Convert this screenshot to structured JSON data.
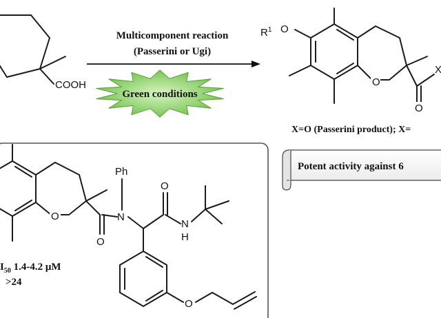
{
  "reaction": {
    "title_line1": "Multicomponent reaction",
    "title_line2": "(Passerini or Ugi)",
    "conditions": "Green conditions"
  },
  "starting_material": {
    "acid_label": "COOH"
  },
  "product": {
    "r1_prefix": "R",
    "r1_sup": "1",
    "o_label": "O",
    "x_label": "X",
    "caption": "X=O (Passerini product); X="
  },
  "activity_banner": {
    "text": "Potent activity against 6",
    "color": "#1a1aff"
  },
  "example_compound": {
    "ph_label": "Ph",
    "n_label": "N",
    "nh_n": "N",
    "nh_h": "H",
    "o_ring": "O",
    "o_amide1": "O",
    "o_amide2": "O",
    "o_ether": "O",
    "ic50_prefix": "I",
    "ic50_sub": "50",
    "ic50_value": "1.4-4.2 μM",
    "si_text": ">24"
  },
  "colors": {
    "star_fill": "#7ec85a",
    "star_stroke": "#5a9e3b",
    "box_border": "#555555"
  }
}
